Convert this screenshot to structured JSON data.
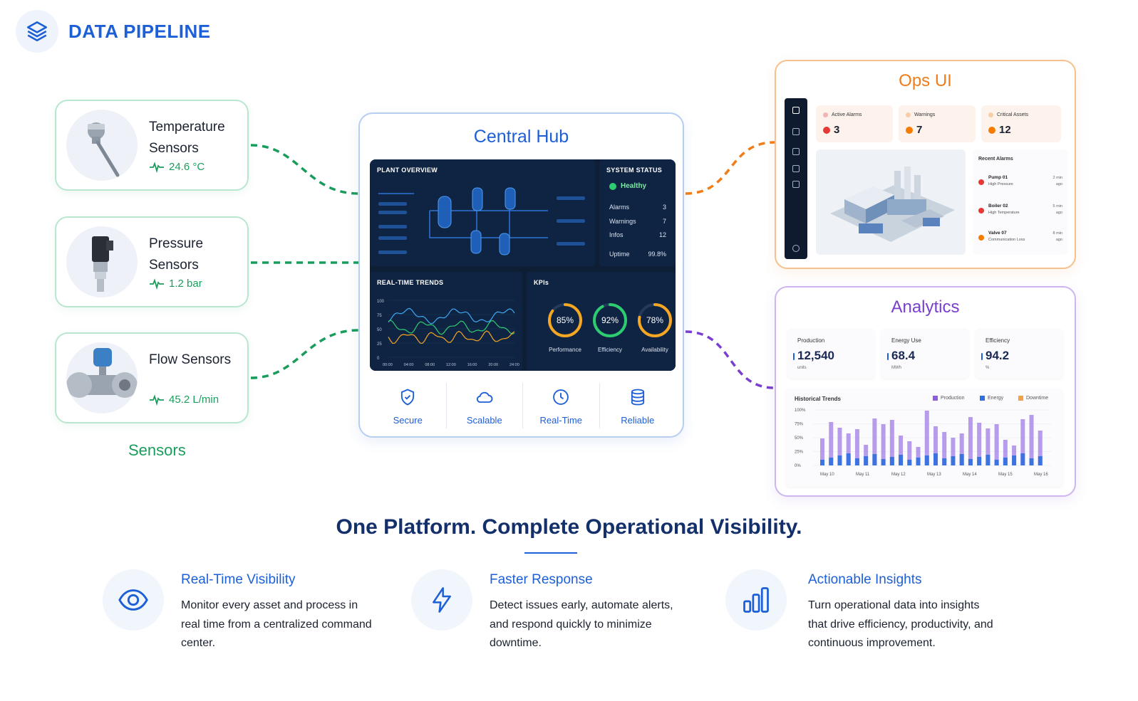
{
  "brand": {
    "title": "DATA PIPELINE"
  },
  "sensors": {
    "label": "Sensors",
    "items": [
      {
        "name": "Temperature Sensors",
        "reading": "24.6 °C"
      },
      {
        "name": "Pressure Sensors",
        "reading": "1.2 bar"
      },
      {
        "name": "Flow Sensors",
        "reading": "45.2 L/min"
      }
    ]
  },
  "hub": {
    "title": "Central Hub",
    "plant_overview": "PLANT OVERVIEW",
    "system_status": {
      "title": "SYSTEM STATUS",
      "state": "Healthy",
      "rows": [
        {
          "label": "Alarms",
          "value": "3"
        },
        {
          "label": "Warnings",
          "value": "7"
        },
        {
          "label": "Infos",
          "value": "12"
        },
        {
          "label": "Uptime",
          "value": "99.8%"
        }
      ]
    },
    "trends": {
      "title": "REAL-TIME TRENDS",
      "y_ticks": [
        "100",
        "75",
        "50",
        "25",
        "0"
      ],
      "x_ticks": [
        "00:00",
        "04:00",
        "08:00",
        "12:00",
        "16:00",
        "20:00",
        "24:00"
      ]
    },
    "kpis": {
      "title": "KPIs",
      "items": [
        {
          "value": "85%",
          "label": "Performance",
          "fraction": 0.85,
          "color": "#f5a623"
        },
        {
          "value": "92%",
          "label": "Efficiency",
          "fraction": 0.92,
          "color": "#2ecc71"
        },
        {
          "value": "78%",
          "label": "Availability",
          "fraction": 0.78,
          "color": "#f5a623"
        }
      ]
    },
    "features": [
      {
        "label": "Secure",
        "icon": "shield-check-icon"
      },
      {
        "label": "Scalable",
        "icon": "cloud-icon"
      },
      {
        "label": "Real-Time",
        "icon": "clock-icon"
      },
      {
        "label": "Reliable",
        "icon": "database-icon"
      }
    ]
  },
  "ops": {
    "title": "Ops UI",
    "stats": [
      {
        "label": "Active Alarms",
        "value": "3",
        "color": "#e53935"
      },
      {
        "label": "Warnings",
        "value": "7",
        "color": "#f57c00"
      },
      {
        "label": "Critical Assets",
        "value": "12",
        "color": "#f57c00"
      }
    ],
    "recent_alarms": {
      "title": "Recent Alarms",
      "items": [
        {
          "name": "Pump 01",
          "detail": "High Pressure",
          "time": "2 min ago",
          "color": "#e53935"
        },
        {
          "name": "Boiler 02",
          "detail": "High Temperature",
          "time": "5 min ago",
          "color": "#e53935"
        },
        {
          "name": "Valve 07",
          "detail": "Communication Loss",
          "time": "8 min ago",
          "color": "#f57c00"
        }
      ]
    }
  },
  "analytics": {
    "title": "Analytics",
    "kpis": [
      {
        "label": "Production",
        "value": "12,540",
        "unit": "units"
      },
      {
        "label": "Energy Use",
        "value": "68.4",
        "unit": "MWh"
      },
      {
        "label": "Efficiency",
        "value": "94.2",
        "unit": "%"
      }
    ],
    "trend_title": "Historical Trends",
    "legend": [
      {
        "name": "Production",
        "color": "#8e5de0"
      },
      {
        "name": "Energy",
        "color": "#2f6fe0"
      },
      {
        "name": "Downtime",
        "color": "#f5a04a"
      }
    ],
    "y_ticks": [
      "100%",
      "75%",
      "50%",
      "25%",
      "0%"
    ],
    "x_ticks": [
      "May 10",
      "May 11",
      "May 12",
      "May 13",
      "May 14",
      "May 15",
      "May 16"
    ]
  },
  "tagline": "One Platform. Complete Operational Visibility.",
  "benefits": [
    {
      "title": "Real-Time Visibility",
      "text": "Monitor every asset and process in real time from a centralized command center.",
      "icon": "eye-icon"
    },
    {
      "title": "Faster Response",
      "text": "Detect issues early, automate alerts, and respond quickly to minimize downtime.",
      "icon": "lightning-icon"
    },
    {
      "title": "Actionable Insights",
      "text": "Turn operational data into insights that drive efficiency, productivity, and continuous improvement.",
      "icon": "bar-chart-icon"
    }
  ],
  "colors": {
    "sensor_green": "#1a9d5c",
    "hub_blue": "#1d5fd6",
    "ops_orange": "#f07d1a",
    "analytics_purple": "#7a3fcf"
  }
}
